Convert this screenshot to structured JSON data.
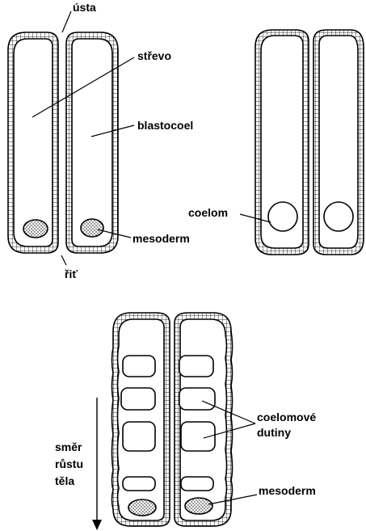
{
  "labels": {
    "usta": "ústa",
    "strevo": "střevo",
    "blastocoel": "blastocoel",
    "mesoderm_top": "mesoderm",
    "rit": "řiť",
    "coelom": "coelom",
    "coelomove_line1": "coelomové",
    "coelomove_line2": "dutiny",
    "smer_line1": "směr",
    "smer_line2": "růstu",
    "smer_line3": "těla",
    "mesoderm_bottom": "mesoderm"
  },
  "colors": {
    "line": "#000000",
    "background": "#ffffff",
    "mesoderm_fill": "#e6e6e6"
  }
}
